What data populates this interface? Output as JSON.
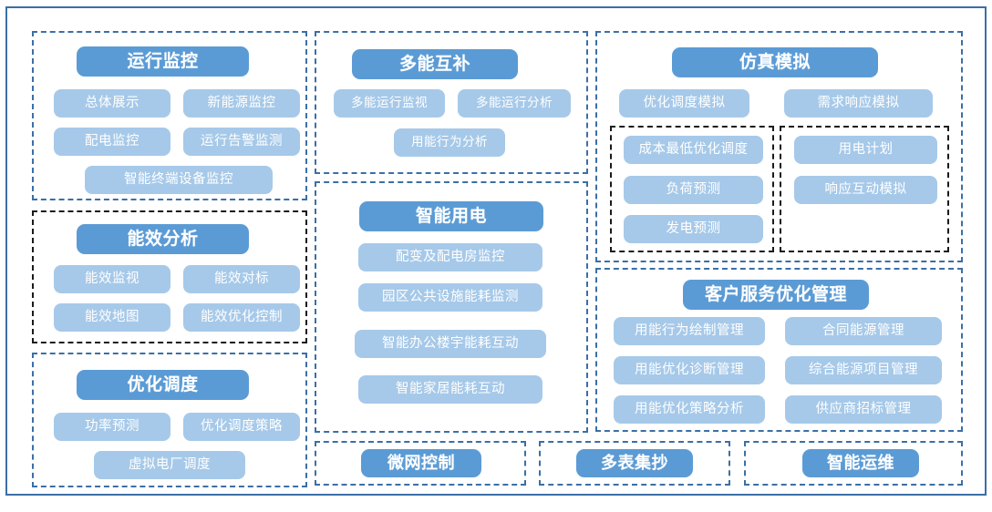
{
  "theme": {
    "header_blue": "#5B9BD5",
    "item_blue": "#A6C9E9",
    "frame_blue": "#3B6FA6",
    "dashed_black": "#1a1a1a",
    "background": "#ffffff"
  },
  "groups": {
    "operation_monitoring": {
      "title": "运行监控",
      "items": [
        "总体展示",
        "新能源监控",
        "配电监控",
        "运行告警监测",
        "智能终端设备监控"
      ]
    },
    "energy_efficiency": {
      "title": "能效分析",
      "items": [
        "能效监视",
        "能效对标",
        "能效地图",
        "能效优化控制"
      ]
    },
    "optimized_dispatch": {
      "title": "优化调度",
      "items": [
        "功率预测",
        "优化调度策略",
        "虚拟电厂调度"
      ]
    },
    "multi_energy": {
      "title": "多能互补",
      "items": [
        "多能运行监视",
        "多能运行分析",
        "用能行为分析"
      ]
    },
    "smart_power": {
      "title": "智能用电",
      "items": [
        "配变及配电房监控",
        "园区公共设施能耗监测",
        "智能办公楼宇能耗互动",
        "智能家居能耗互动"
      ]
    },
    "simulation": {
      "title": "仿真模拟",
      "items": [
        "优化调度模拟",
        "需求响应模拟"
      ],
      "sub_left": {
        "items": [
          "成本最低优化调度",
          "负荷预测",
          "发电预测"
        ]
      },
      "sub_right": {
        "items": [
          "用电计划",
          "响应互动模拟"
        ]
      }
    },
    "customer_service": {
      "title": "客户服务优化管理",
      "items": [
        "用能行为绘制管理",
        "合同能源管理",
        "用能优化诊断管理",
        "综合能源项目管理",
        "用能优化策略分析",
        "供应商招标管理"
      ]
    },
    "microgrid_control": {
      "title": "微网控制"
    },
    "multi_meter": {
      "title": "多表集抄"
    },
    "smart_om": {
      "title": "智能运维"
    }
  }
}
